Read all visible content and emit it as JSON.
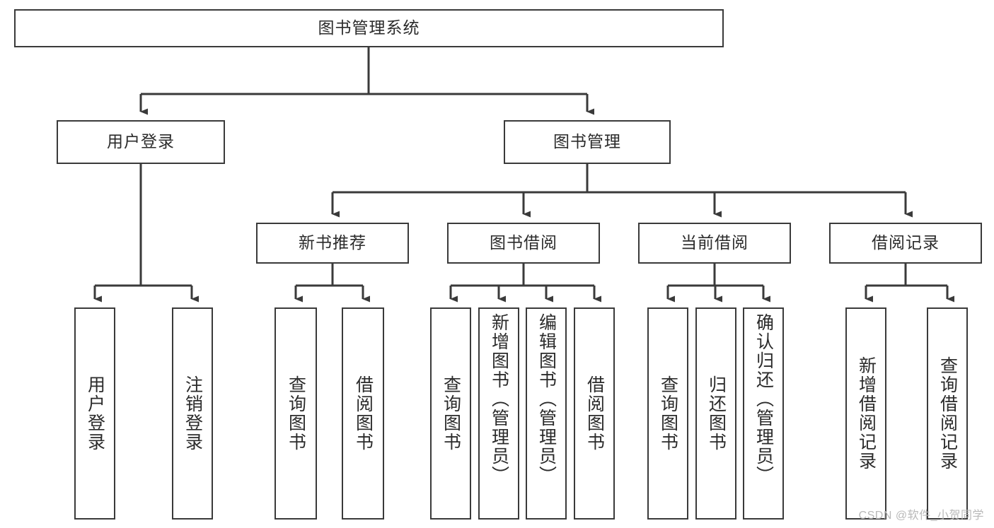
{
  "diagram": {
    "title_node": {
      "id": "root",
      "label": "图书管理系统"
    },
    "level2": [
      {
        "id": "user-login",
        "label": "用户登录"
      },
      {
        "id": "book-management",
        "label": "图书管理"
      }
    ],
    "level3": [
      {
        "id": "new-book-recommend",
        "label": "新书推荐"
      },
      {
        "id": "book-borrow",
        "label": "图书借阅"
      },
      {
        "id": "current-borrow",
        "label": "当前借阅"
      },
      {
        "id": "borrow-record",
        "label": "借阅记录"
      }
    ],
    "leaves": {
      "user_login": [
        {
          "id": "leaf-user-login",
          "label": "用户登录"
        },
        {
          "id": "leaf-logout-login",
          "label": "注销登录"
        }
      ],
      "new_book_recommend": [
        {
          "id": "leaf-query-book-1",
          "label": "查询图书"
        },
        {
          "id": "leaf-borrow-book-1",
          "label": "借阅图书"
        }
      ],
      "book_borrow": [
        {
          "id": "leaf-query-book-2",
          "label": "查询图书"
        },
        {
          "id": "leaf-add-book-admin",
          "label": "新增图书（管理员）"
        },
        {
          "id": "leaf-edit-book-admin",
          "label": "编辑图书（管理员）"
        },
        {
          "id": "leaf-borrow-book-2",
          "label": "借阅图书"
        }
      ],
      "current_borrow": [
        {
          "id": "leaf-query-book-3",
          "label": "查询图书"
        },
        {
          "id": "leaf-return-book",
          "label": "归还图书"
        },
        {
          "id": "leaf-confirm-return-admin",
          "label": "确认归还（管理员）"
        }
      ],
      "borrow_record": [
        {
          "id": "leaf-add-borrow-record",
          "label": "新增借阅记录"
        },
        {
          "id": "leaf-query-borrow-record",
          "label": "查询借阅记录"
        }
      ]
    },
    "watermark": "CSDN @软件_小贺同学",
    "colors": {
      "stroke": "#3a3a3a",
      "fill": "#ffffff",
      "text": "#2b2b2b",
      "watermark": "#b9b9b9"
    }
  }
}
